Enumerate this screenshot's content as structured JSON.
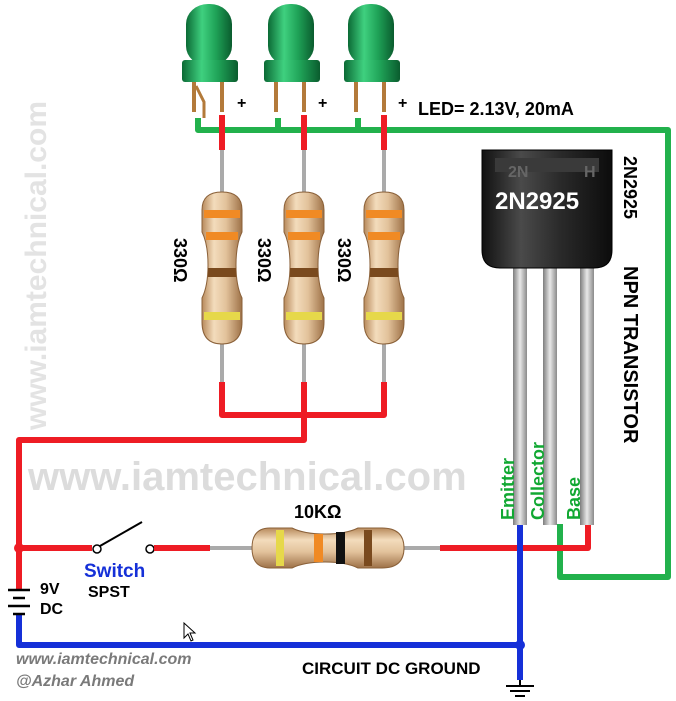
{
  "watermarks": {
    "side": "www.iamtechnical.com",
    "center": "www.iamtechnical.com"
  },
  "led": {
    "plus_sign": "+",
    "spec": "LED= 2.13V, 20mA",
    "color": "#1f9e55"
  },
  "resistors": {
    "led_resistor_value": "330Ω",
    "base_resistor_value": "10KΩ"
  },
  "transistor": {
    "body_text_top_left": "2N",
    "body_text_top_right": "H",
    "body_text": "2N2925",
    "side_part_number": "2N2925",
    "type_label": "NPN TRANSISTOR",
    "pins": {
      "emitter": "Emitter",
      "collector": "Collector",
      "base": "Base"
    }
  },
  "switch": {
    "label": "Switch",
    "type": "SPST"
  },
  "battery": {
    "voltage": "9V",
    "type": "DC"
  },
  "ground_label": "CIRCUIT DC GROUND",
  "credits": {
    "url": "www.iamtechnical.com",
    "author": "@Azhar Ahmed"
  },
  "wire_colors": {
    "positive": "#ee1c24",
    "ground": "#1530d8",
    "led_cathode": "#22b14c"
  }
}
